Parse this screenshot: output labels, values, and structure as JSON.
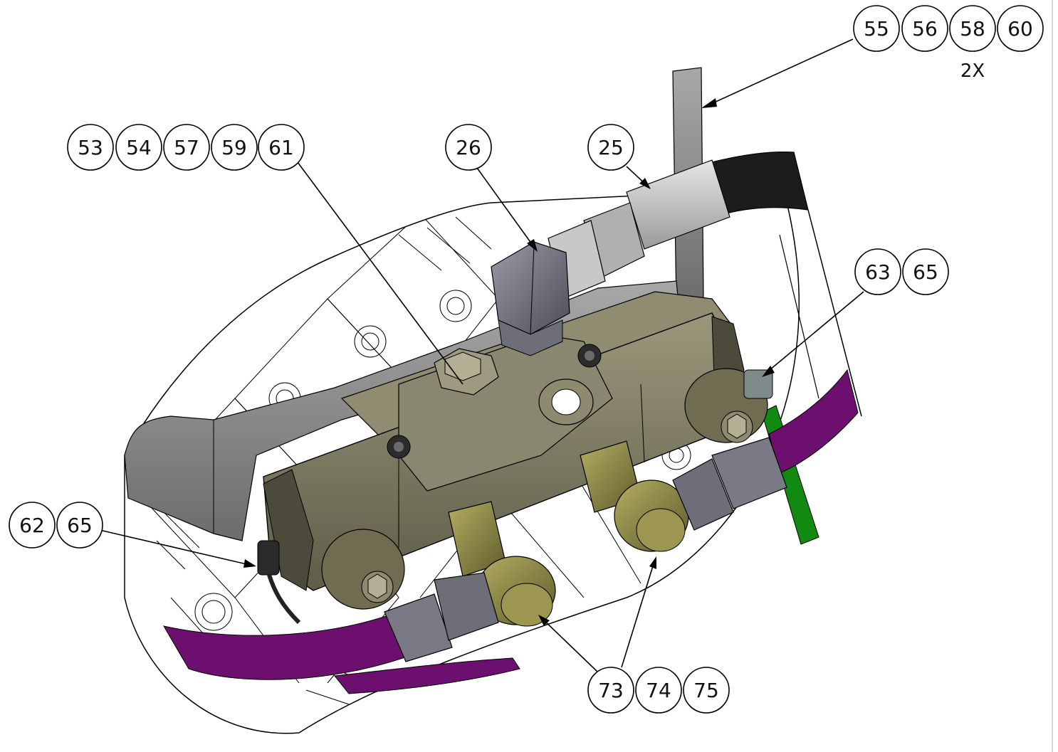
{
  "drawing": {
    "balloons": [
      {
        "id": "g1",
        "numbers": [
          "55",
          "56",
          "58",
          "60"
        ],
        "quantity": "2X"
      },
      {
        "id": "g2",
        "numbers": [
          "53",
          "54",
          "57",
          "59",
          "61"
        ]
      },
      {
        "id": "g3",
        "numbers": [
          "26"
        ]
      },
      {
        "id": "g4",
        "numbers": [
          "25"
        ]
      },
      {
        "id": "g5",
        "numbers": [
          "63",
          "65"
        ]
      },
      {
        "id": "g6",
        "numbers": [
          "62",
          "65"
        ]
      },
      {
        "id": "g7",
        "numbers": [
          "73",
          "74",
          "75"
        ]
      }
    ],
    "colors": {
      "manifold": "#7d7a62",
      "manifold_dark": "#4c4a3a",
      "bracket": "#8a8a8a",
      "purple_hose": "#6c0f6e",
      "green_hose": "#128a12",
      "black_hose": "#1c1c1c",
      "fitting_gray": "#6e6e78",
      "brass": "#8f8a44",
      "line": "#000000"
    }
  }
}
